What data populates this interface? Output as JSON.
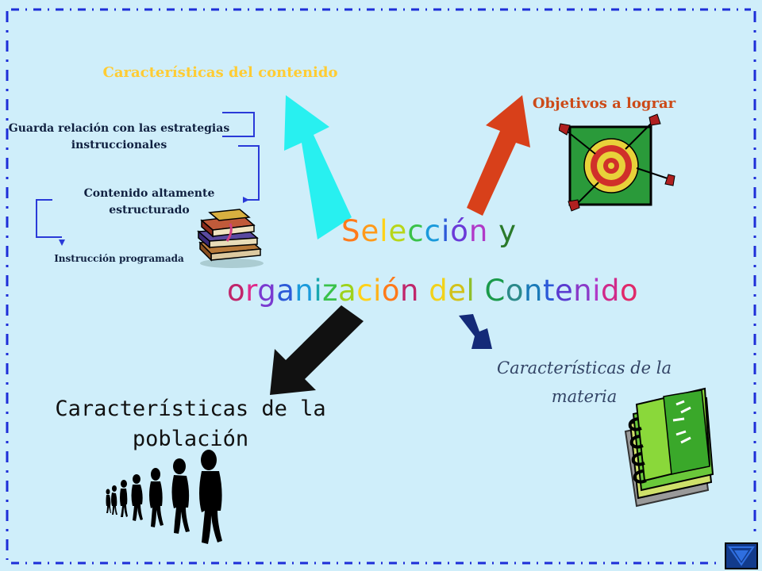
{
  "title": {
    "line1_words": [
      {
        "text": "Selección",
        "colors": [
          "#ff7a1a",
          "#ff9a1a",
          "#ffd21a",
          "#b8d61a",
          "#3ac24a",
          "#1a9adb",
          "#2c5ad8",
          "#6a3ad8",
          "#b03ac8"
        ]
      },
      {
        "text": "y",
        "colors": [
          "#2b7a2b"
        ]
      }
    ],
    "line2_words": [
      {
        "text": "organización",
        "colors": [
          "#c0266b",
          "#e02a8a",
          "#7a3ad0",
          "#2c5ad8",
          "#1a9adb",
          "#1aa8b0",
          "#3ac24a",
          "#9ed21a",
          "#ffd21a",
          "#ffb21a",
          "#ff7a1a",
          "#c0266b"
        ]
      },
      {
        "text": "del",
        "colors": [
          "#f2d21a",
          "#d2c21a",
          "#8fbf2a"
        ]
      },
      {
        "text": "Contenido",
        "colors": [
          "#1a9a4a",
          "#2c8a8a",
          "#1a7ab8",
          "#2c5ad8",
          "#5a3ad0",
          "#8a3ac8",
          "#b03ac8",
          "#d02a8a",
          "#e02a6a"
        ]
      }
    ]
  },
  "labels": {
    "caracteristicas_contenido": "Características del contenido",
    "objetivos": "Objetivos a lograr",
    "guarda_relacion": "Guarda relación con las estrategias instruccionales",
    "altamente_estructurado": "Contenido altamente estructurado",
    "instruccion_programada": "Instrucción programada",
    "caracteristicas_materia": "Características de la materia",
    "caracteristicas_poblacion": "Características de la población"
  },
  "colors": {
    "background": "#cfeefa",
    "border_dash": "#1e2ed8",
    "arrow_cyan": "#28f0f0",
    "arrow_red": "#d8401a",
    "arrow_black": "#111111",
    "arrow_navy": "#142a78",
    "connector_blue": "#2a3ad8",
    "contenido_label": "#ffcc33",
    "objetivos_label": "#cc4a18"
  },
  "icons": [
    "books-icon",
    "target-icon",
    "notebook-icon",
    "people-icon",
    "nav-button-icon"
  ]
}
